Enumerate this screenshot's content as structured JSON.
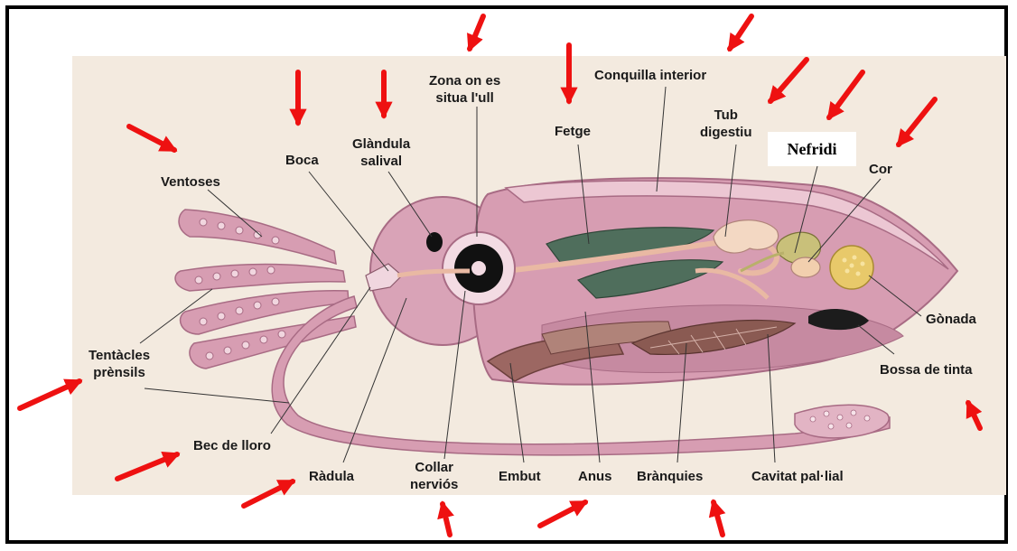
{
  "labels": {
    "ventoses": "Ventoses",
    "boca": "Boca",
    "glandula_1": "Glàndula",
    "glandula_2": "salival",
    "zona_1": "Zona on es",
    "zona_2": "situa l'ull",
    "fetge": "Fetge",
    "conquilla": "Conquilla interior",
    "tub_1": "Tub",
    "tub_2": "digestiu",
    "nefridi": "Nefridi",
    "cor": "Cor",
    "gonada": "Gònada",
    "bossa": "Bossa de tinta",
    "tentacles_1": "Tentàcles",
    "tentacles_2": "prènsils",
    "bec": "Bec de lloro",
    "radula": "Ràdula",
    "collar_1": "Collar",
    "collar_2": "nerviós",
    "embut": "Embut",
    "anus": "Anus",
    "branquies": "Brànquies",
    "cavitat": "Cavitat pal·lial"
  },
  "colors": {
    "arrow": "#ee1111",
    "body": "#d6a0b4",
    "body_dark": "#b77890",
    "gill": "#9a6a60",
    "liver": "#4f6e5c"
  }
}
